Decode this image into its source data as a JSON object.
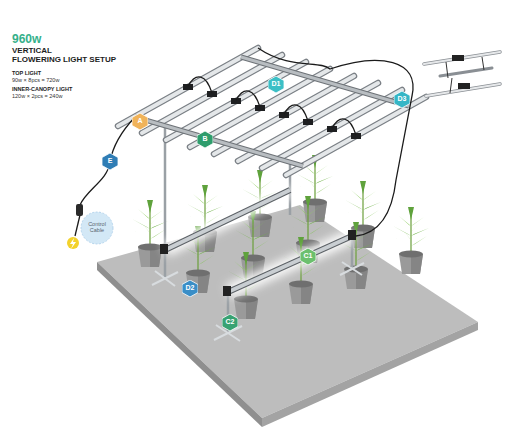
{
  "diagram": {
    "title": "960w",
    "nodes": [
      {
        "text": [
          "D1"
        ]
      },
      {
        "text": [
          "D3"
        ]
      },
      {
        "text": [
          "A"
        ]
      },
      {
        "text": [
          "B"
        ]
      },
      {
        "text": [
          "E"
        ]
      },
      {
        "text": [
          "Control Cable"
        ]
      },
      {
        "text": [
          "C1"
        ]
      },
      {
        "text": [
          "D2"
        ]
      },
      {
        "text": [
          "C2"
        ]
      }
    ],
    "labels": [
      "VERTICAL",
      "FLOWERING LIGHT SETUP",
      "TOP LIGHT",
      "90w × 8pcs = 720w",
      "INNER-CANOPY LIGHT",
      "120w × 2pcs = 240w"
    ]
  }
}
